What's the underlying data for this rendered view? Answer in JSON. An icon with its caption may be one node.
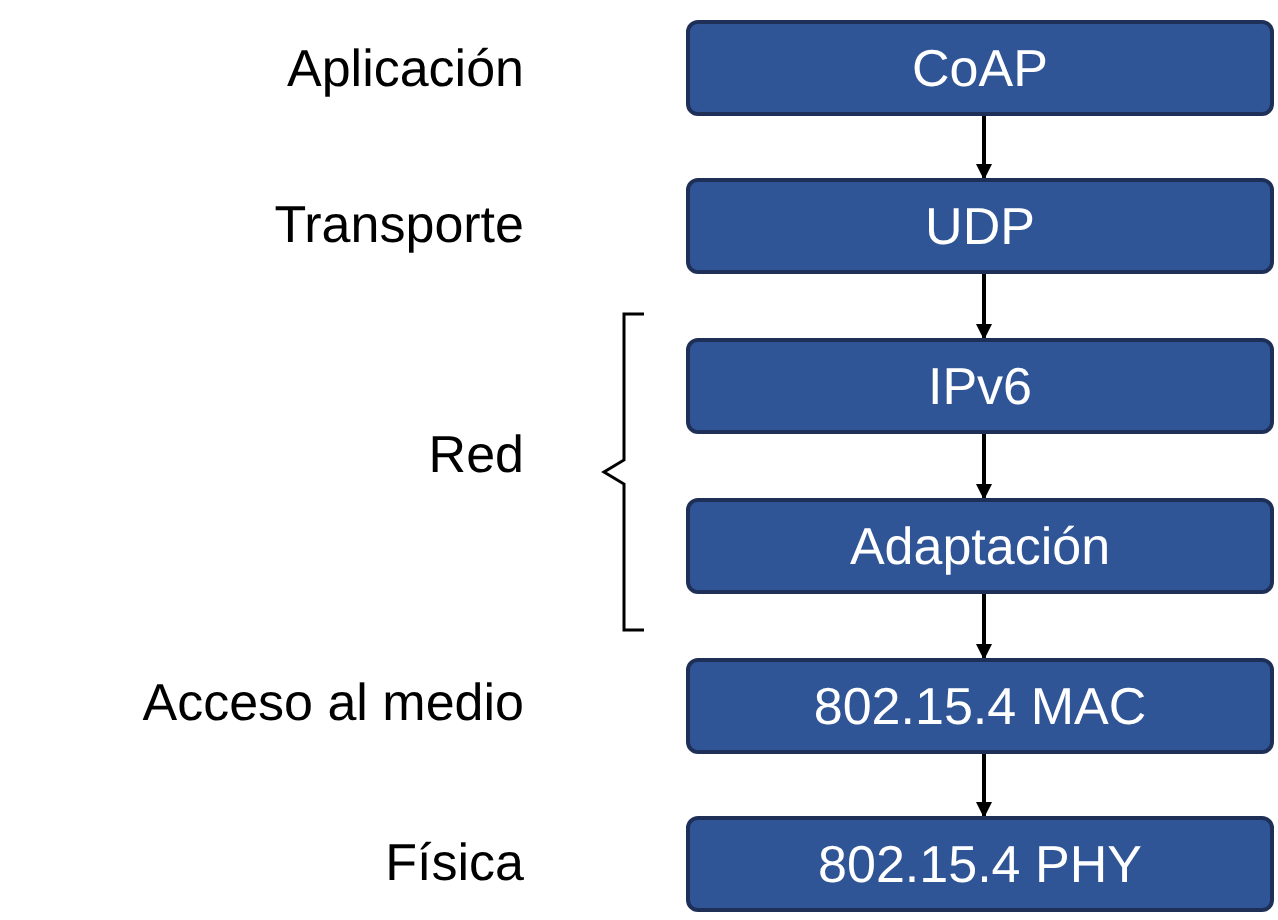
{
  "diagram": {
    "nodes": [
      {
        "text": [
          "CoAP"
        ]
      },
      {
        "text": [
          "UDP"
        ]
      },
      {
        "text": [
          "IPv6"
        ]
      },
      {
        "text": [
          "Adaptación"
        ]
      },
      {
        "text": [
          "802.15.4 MAC"
        ]
      },
      {
        "text": [
          "802.15.4 PHY"
        ]
      }
    ],
    "edges": [
      {
        "from": 0,
        "to": 1,
        "arrow": "to"
      },
      {
        "from": 1,
        "to": 2,
        "arrow": "to"
      },
      {
        "from": 2,
        "to": 3,
        "arrow": "to"
      },
      {
        "from": 3,
        "to": 4,
        "arrow": "to"
      },
      {
        "from": 4,
        "to": 5,
        "arrow": "to"
      }
    ],
    "labels": [
      "Aplicación",
      "Transporte",
      "Red",
      "Acceso al medio",
      "Física"
    ]
  }
}
